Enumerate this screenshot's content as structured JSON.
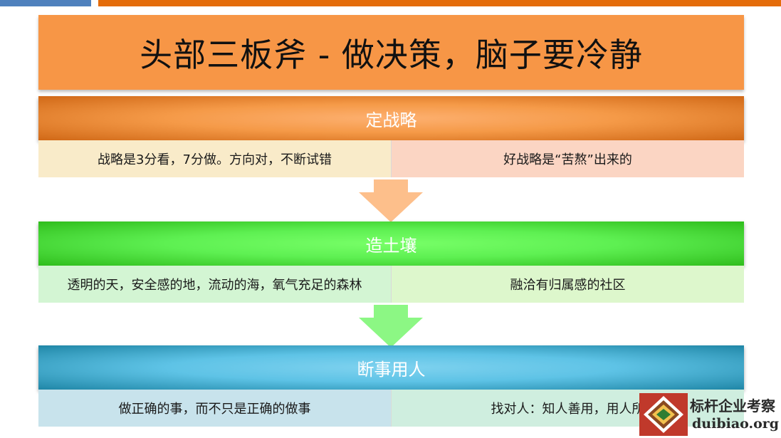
{
  "title": "头部三板斧 - 做决策，脑子要冷静",
  "sections": [
    {
      "header": "定战略",
      "left": "战略是3分看，7分做。方向对，不断试错",
      "right": "好战略是“苦熬”出来的"
    },
    {
      "header": "造土壤",
      "left": "透明的天，安全感的地，流动的海，氧气充足的森林",
      "right": "融洽有归属感的社区"
    },
    {
      "header": "断事用人",
      "left": "做正确的事，而不只是正确的做事",
      "right": "找对人：知人善用，用人所"
    }
  ],
  "watermark": {
    "name": "标杆企业考察",
    "url": "duibiao.org"
  },
  "colors": {
    "accent_orange": "#e46c0a",
    "accent_blue": "#4f81bd",
    "arrow_orange": "#fdbf8b",
    "arrow_green": "#8cf784"
  }
}
